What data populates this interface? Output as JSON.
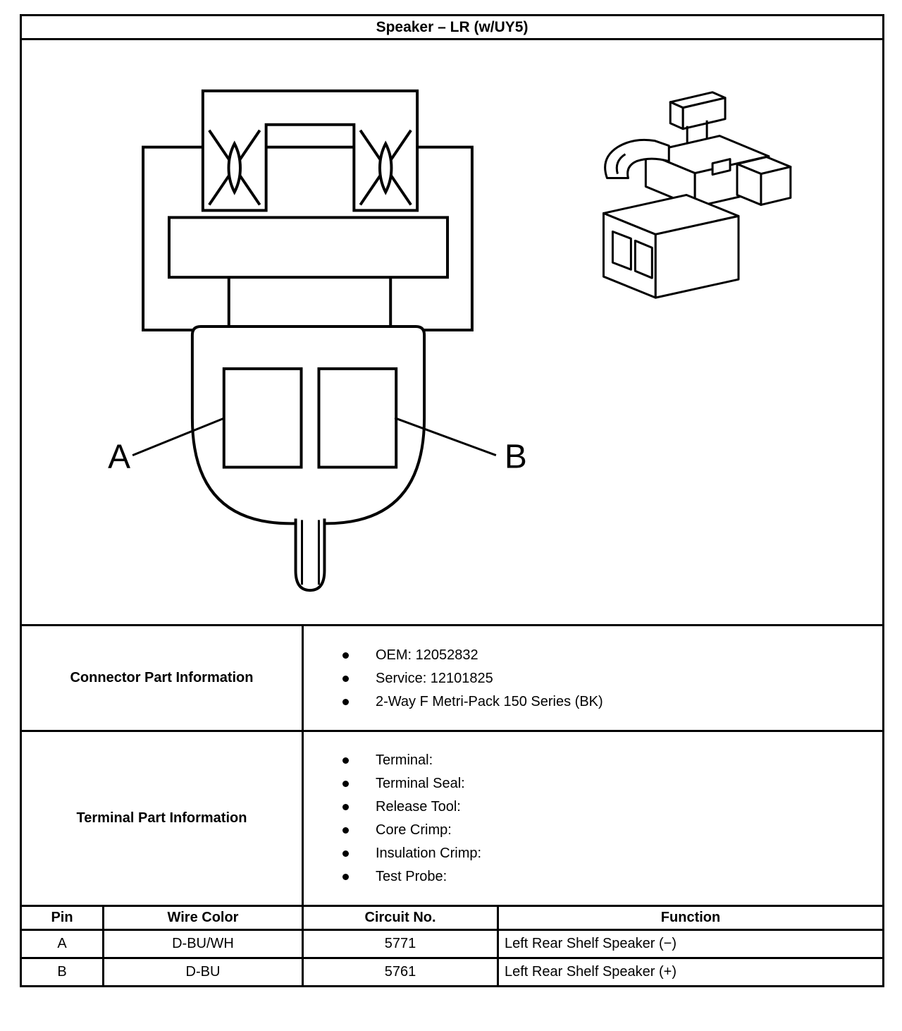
{
  "title": "Speaker – LR (w/UY5)",
  "diagram": {
    "pin_label_a": "A",
    "pin_label_b": "B"
  },
  "connector_part_information": {
    "label": "Connector Part Information",
    "items": [
      "OEM: 12052832",
      "Service: 12101825",
      "2-Way F Metri-Pack 150 Series (BK)"
    ]
  },
  "terminal_part_information": {
    "label": "Terminal Part Information",
    "items": [
      "Terminal:",
      "Terminal Seal:",
      "Release Tool:",
      "Core Crimp:",
      "Insulation Crimp:",
      "Test Probe:"
    ]
  },
  "pin_table": {
    "headers": [
      "Pin",
      "Wire Color",
      "Circuit No.",
      "Function"
    ],
    "rows": [
      {
        "pin": "A",
        "wire_color": "D-BU/WH",
        "circuit_no": "5771",
        "function": "Left Rear Shelf Speaker (−)"
      },
      {
        "pin": "B",
        "wire_color": "D-BU",
        "circuit_no": "5761",
        "function": "Left Rear Shelf Speaker (+)"
      }
    ]
  }
}
